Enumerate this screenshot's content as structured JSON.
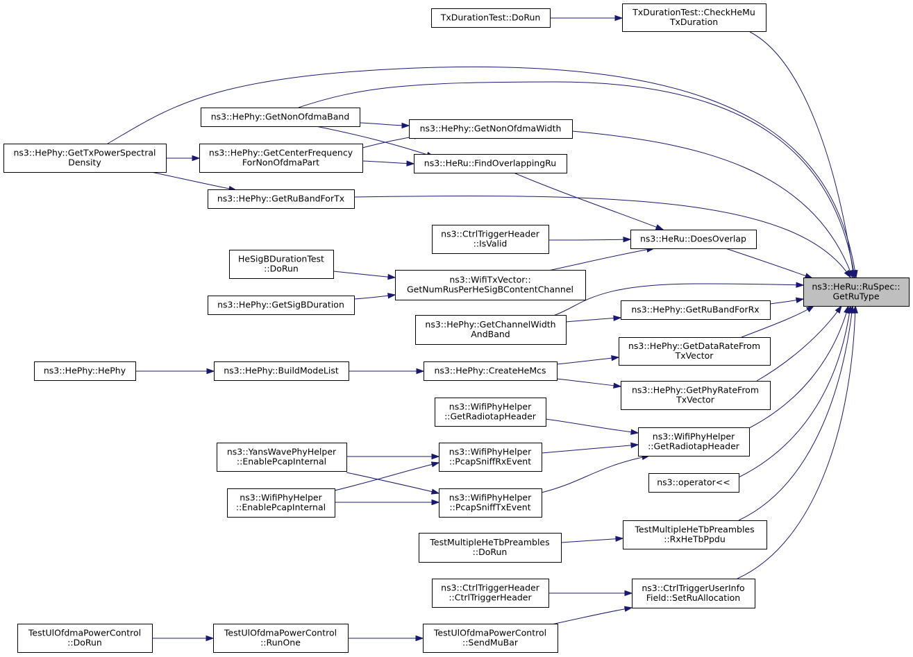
{
  "graph": {
    "type": "doxygen-caller-graph",
    "nodes": [
      {
        "id": "root",
        "lines": [
          "ns3::HeRu::RuSpec::",
          "GetRuType"
        ],
        "root": true
      },
      {
        "id": "txdur_dorun",
        "lines": [
          "TxDurationTest::DoRun"
        ]
      },
      {
        "id": "txdur_check",
        "lines": [
          "TxDurationTest::CheckHeMu",
          "TxDuration"
        ]
      },
      {
        "id": "getnonofdmaband",
        "lines": [
          "ns3::HePhy::GetNonOfdmaBand"
        ]
      },
      {
        "id": "getnonofdmawidth",
        "lines": [
          "ns3::HePhy::GetNonOfdmaWidth"
        ]
      },
      {
        "id": "gettxpsd",
        "lines": [
          "ns3::HePhy::GetTxPowerSpectral",
          "Density"
        ]
      },
      {
        "id": "getcenterfreq",
        "lines": [
          "ns3::HePhy::GetCenterFrequency",
          "ForNonOfdmaPart"
        ]
      },
      {
        "id": "findoverlap",
        "lines": [
          "ns3::HeRu::FindOverlappingRu"
        ]
      },
      {
        "id": "getrubandfortx",
        "lines": [
          "ns3::HePhy::GetRuBandForTx"
        ]
      },
      {
        "id": "ctrltrig_isvalid",
        "lines": [
          "ns3::CtrlTriggerHeader",
          "::IsValid"
        ]
      },
      {
        "id": "doesoverlap",
        "lines": [
          "ns3::HeRu::DoesOverlap"
        ]
      },
      {
        "id": "hesigb_dorun",
        "lines": [
          "HeSigBDurationTest",
          "::DoRun"
        ]
      },
      {
        "id": "getnumrus",
        "lines": [
          "ns3::WifiTxVector::",
          "GetNumRusPerHeSigBContentChannel"
        ]
      },
      {
        "id": "getsigbdur",
        "lines": [
          "ns3::HePhy::GetSigBDuration"
        ]
      },
      {
        "id": "getchanwidth",
        "lines": [
          "ns3::HePhy::GetChannelWidth",
          "AndBand"
        ]
      },
      {
        "id": "getrubandforrx",
        "lines": [
          "ns3::HePhy::GetRuBandForRx"
        ]
      },
      {
        "id": "hephy_ctor",
        "lines": [
          "ns3::HePhy::HePhy"
        ]
      },
      {
        "id": "buildmodelist",
        "lines": [
          "ns3::HePhy::BuildModeList"
        ]
      },
      {
        "id": "createhemcs",
        "lines": [
          "ns3::HePhy::CreateHeMcs"
        ]
      },
      {
        "id": "getdatarate",
        "lines": [
          "ns3::HePhy::GetDataRateFrom",
          "TxVector"
        ]
      },
      {
        "id": "getphyrate",
        "lines": [
          "ns3::HePhy::GetPhyRateFrom",
          "TxVector"
        ]
      },
      {
        "id": "wph_radiotap_left",
        "lines": [
          "ns3::WifiPhyHelper",
          "::GetRadiotapHeader"
        ]
      },
      {
        "id": "wph_radiotap_right",
        "lines": [
          "ns3::WifiPhyHelper",
          "::GetRadiotapHeader"
        ]
      },
      {
        "id": "yans_enablepcap",
        "lines": [
          "ns3::YansWavePhyHelper",
          "::EnablePcapInternal"
        ]
      },
      {
        "id": "wph_enablepcap",
        "lines": [
          "ns3::WifiPhyHelper",
          "::EnablePcapInternal"
        ]
      },
      {
        "id": "pcapsniffrx",
        "lines": [
          "ns3::WifiPhyHelper",
          "::PcapSniffRxEvent"
        ]
      },
      {
        "id": "pcapsnifftx",
        "lines": [
          "ns3::WifiPhyHelper",
          "::PcapSniffTxEvent"
        ]
      },
      {
        "id": "operator_out",
        "lines": [
          "ns3::operator<<"
        ]
      },
      {
        "id": "tmhtb_dorun",
        "lines": [
          "TestMultipleHeTbPreambles",
          "::DoRun"
        ]
      },
      {
        "id": "tmhtb_rx",
        "lines": [
          "TestMultipleHeTbPreambles",
          "::RxHeTbPpdu"
        ]
      },
      {
        "id": "ctrltrig_ctor",
        "lines": [
          "ns3::CtrlTriggerHeader",
          "::CtrlTriggerHeader"
        ]
      },
      {
        "id": "setrualloc",
        "lines": [
          "ns3::CtrlTriggerUserInfo",
          "Field::SetRuAllocation"
        ]
      },
      {
        "id": "tulofdma_dorun",
        "lines": [
          "TestUlOfdmaPowerControl",
          "::DoRun"
        ]
      },
      {
        "id": "tulofdma_runone",
        "lines": [
          "TestUlOfdmaPowerControl",
          "::RunOne"
        ]
      },
      {
        "id": "tulofdma_sendmubar",
        "lines": [
          "TestUlOfdmaPowerControl",
          "::SendMuBar"
        ]
      }
    ],
    "edges": [
      [
        "txdur_dorun",
        "txdur_check"
      ],
      [
        "txdur_check",
        "root"
      ],
      [
        "gettxpsd",
        "root"
      ],
      [
        "getnonofdmaband",
        "root"
      ],
      [
        "getnonofdmaband",
        "getnonofdmawidth"
      ],
      [
        "getnonofdmaband",
        "findoverlap"
      ],
      [
        "getcenterfreq",
        "getnonofdmawidth"
      ],
      [
        "getcenterfreq",
        "findoverlap"
      ],
      [
        "gettxpsd",
        "getcenterfreq"
      ],
      [
        "gettxpsd",
        "getrubandfortx"
      ],
      [
        "getnonofdmawidth",
        "root"
      ],
      [
        "findoverlap",
        "doesoverlap"
      ],
      [
        "getrubandfortx",
        "root"
      ],
      [
        "ctrltrig_isvalid",
        "doesoverlap"
      ],
      [
        "getnumrus",
        "doesoverlap"
      ],
      [
        "doesoverlap",
        "root"
      ],
      [
        "hesigb_dorun",
        "getnumrus"
      ],
      [
        "getsigbdur",
        "getnumrus"
      ],
      [
        "getchanwidth",
        "root"
      ],
      [
        "getchanwidth",
        "getrubandforrx"
      ],
      [
        "getrubandforrx",
        "root"
      ],
      [
        "hephy_ctor",
        "buildmodelist"
      ],
      [
        "buildmodelist",
        "createhemcs"
      ],
      [
        "createhemcs",
        "getdatarate"
      ],
      [
        "createhemcs",
        "getphyrate"
      ],
      [
        "getdatarate",
        "root"
      ],
      [
        "getphyrate",
        "root"
      ],
      [
        "wph_radiotap_left",
        "wph_radiotap_right"
      ],
      [
        "pcapsniffrx",
        "wph_radiotap_right"
      ],
      [
        "pcapsnifftx",
        "wph_radiotap_right"
      ],
      [
        "wph_radiotap_right",
        "root"
      ],
      [
        "yans_enablepcap",
        "pcapsniffrx"
      ],
      [
        "yans_enablepcap",
        "pcapsnifftx"
      ],
      [
        "wph_enablepcap",
        "pcapsniffrx"
      ],
      [
        "wph_enablepcap",
        "pcapsnifftx"
      ],
      [
        "operator_out",
        "root"
      ],
      [
        "tmhtb_dorun",
        "tmhtb_rx"
      ],
      [
        "tmhtb_rx",
        "root"
      ],
      [
        "ctrltrig_ctor",
        "setrualloc"
      ],
      [
        "tulofdma_sendmubar",
        "setrualloc"
      ],
      [
        "setrualloc",
        "root"
      ],
      [
        "tulofdma_dorun",
        "tulofdma_runone"
      ],
      [
        "tulofdma_runone",
        "tulofdma_sendmubar"
      ]
    ]
  }
}
